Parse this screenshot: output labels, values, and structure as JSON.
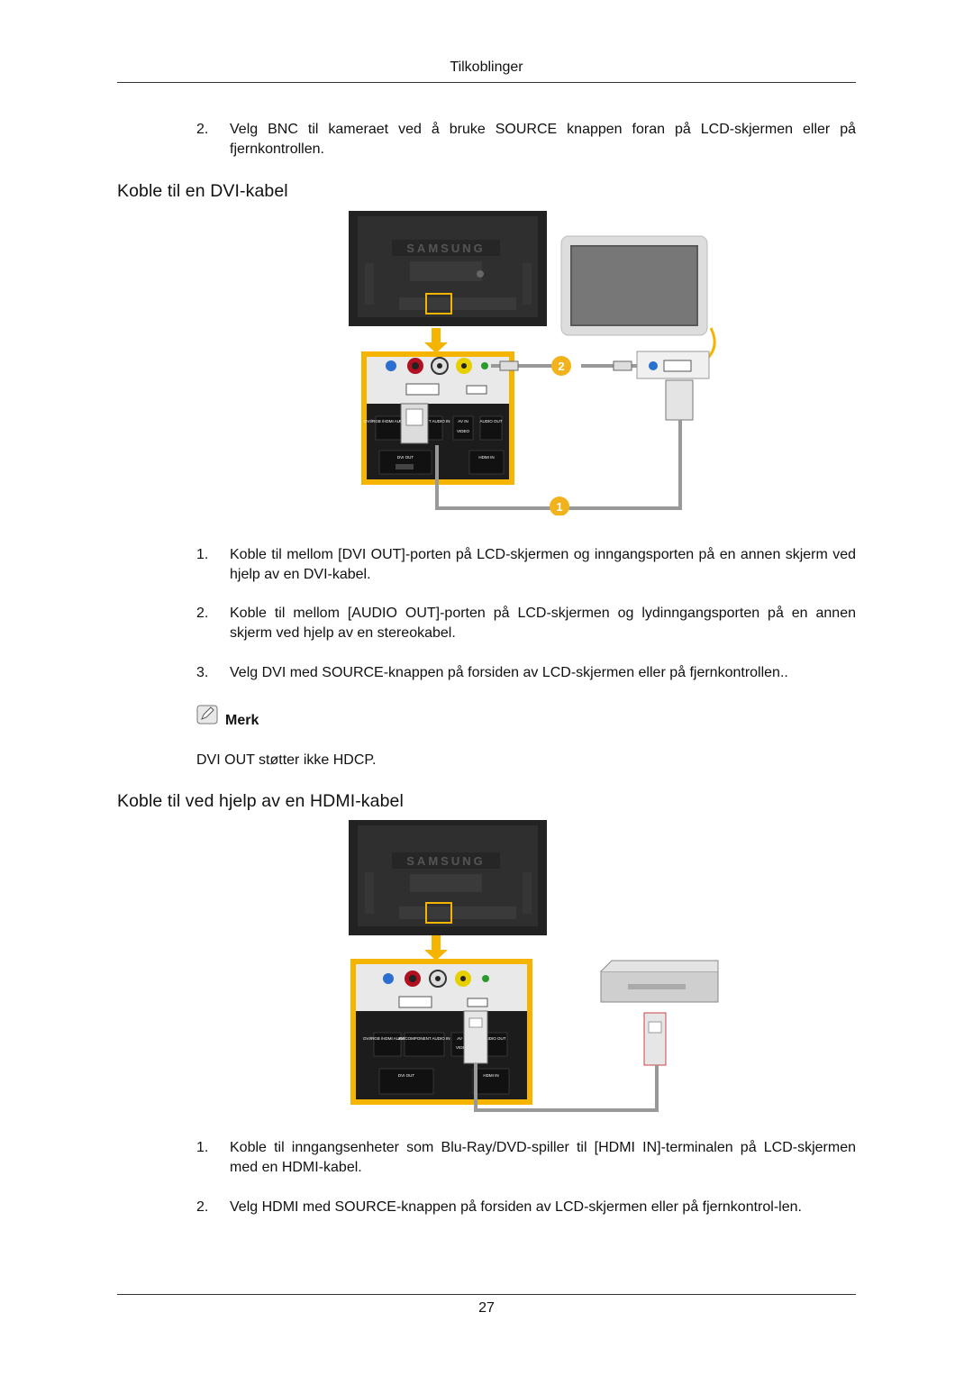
{
  "header": {
    "title": "Tilkoblinger"
  },
  "intro_item": {
    "number": "2.",
    "text": "Velg  BNC til kameraet ved å bruke SOURCE knappen foran på LCD-skjermen eller på fjernkontrollen."
  },
  "section_dvi": {
    "heading": "Koble til en DVI-kabel",
    "figure": {
      "brand": "SAMSUNG",
      "callouts": [
        "1",
        "2"
      ],
      "port_labels": [
        "DVI/RGB /HDMI AUDIO IN",
        "AV/COMPONENT AUDIO IN",
        "AV IN",
        "VIDEO",
        "AUDIO OUT",
        "DVI OUT",
        "HDMI IN"
      ]
    },
    "steps": [
      {
        "number": "1.",
        "text": "Koble til mellom [DVI OUT]-porten på LCD-skjermen og inngangsporten på en annen skjerm ved hjelp av en DVI-kabel."
      },
      {
        "number": "2.",
        "text": "Koble til mellom [AUDIO OUT]-porten på LCD-skjermen og lydinngangsporten på en annen skjerm ved hjelp av en stereokabel."
      },
      {
        "number": "3.",
        "text": "Velg DVI med SOURCE-knappen på forsiden av LCD-skjermen eller på fjernkontrollen.."
      }
    ],
    "note": {
      "icon": "note-pencil-icon",
      "label": "Merk",
      "text": "DVI OUT støtter ikke HDCP."
    }
  },
  "section_hdmi": {
    "heading": "Koble til ved hjelp av en HDMI-kabel",
    "figure": {
      "brand": "SAMSUNG",
      "port_labels": [
        "DVI/RGB /HDMI AUDIO IN",
        "AV/COMPONENT AUDIO IN",
        "AV IN",
        "VIDEO",
        "AUDIO OUT",
        "DVI OUT",
        "HDMI IN"
      ]
    },
    "steps": [
      {
        "number": "1.",
        "text": "Koble til inngangsenheter som Blu-Ray/DVD-spiller til [HDMI IN]-terminalen på LCD-skjermen med en HDMI-kabel."
      },
      {
        "number": "2.",
        "text": "Velg HDMI med SOURCE-knappen på forsiden av LCD-skjermen eller på fjernkontrol-len."
      }
    ]
  },
  "footer": {
    "page_number": "27"
  },
  "colors": {
    "highlight": "#f5b400",
    "panel_dark": "#1c1c1c",
    "callout": "#f2b21c",
    "cable": "#9a9a9a"
  }
}
